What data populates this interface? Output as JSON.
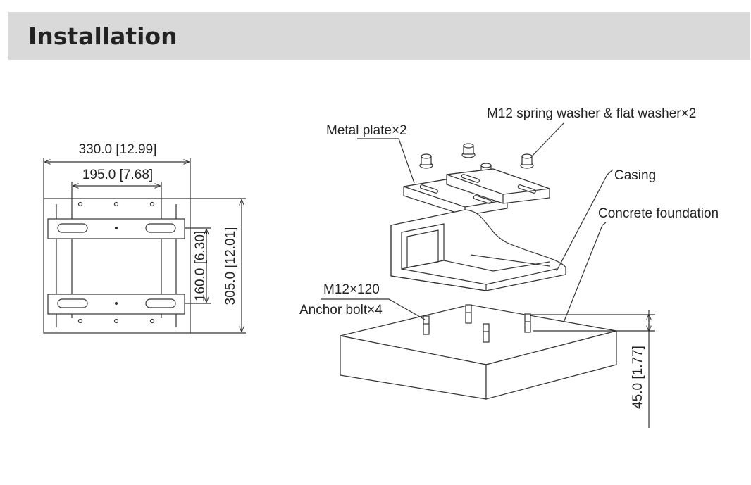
{
  "header": {
    "title": "Installation"
  },
  "top_view": {
    "width_outer": "330.0 [12.99]",
    "width_inner": "195.0 [7.68]",
    "height_inner": "160.0 [6.30]",
    "height_outer": "305.0 [12.01]"
  },
  "exploded_view": {
    "washer_label": "M12 spring washer & flat washer×2",
    "plate_label": "Metal plate×2",
    "casing_label": "Casing",
    "foundation_label": "Concrete foundation",
    "bolt_size_label": "M12×120",
    "bolt_label": "Anchor bolt×4",
    "depth_label": "45.0 [1.77]"
  }
}
